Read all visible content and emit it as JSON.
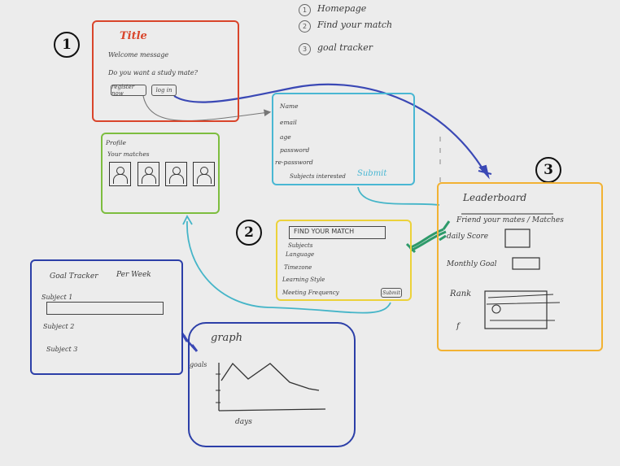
{
  "legend": {
    "items": [
      {
        "n": "1",
        "text": "Homepage"
      },
      {
        "n": "2",
        "text": "Find your match"
      },
      {
        "n": "3",
        "text": "goal tracker"
      }
    ]
  },
  "markers": {
    "one": "1",
    "two": "2",
    "three": "3"
  },
  "home": {
    "title": "Title",
    "welcome": "Welcome message",
    "question": "Do you want a study mate?",
    "register_btn": "register now",
    "login_btn": "log in"
  },
  "signup": {
    "fields": [
      "Name",
      "email",
      "age",
      "password",
      "re-password"
    ],
    "subjects_label": "Subjects interested",
    "submit": "Submit"
  },
  "profile": {
    "title": "Profile",
    "matches": "Your matches"
  },
  "match": {
    "title": "FIND YOUR MATCH",
    "fields": [
      "Subjects",
      "Language",
      "Timezone",
      "Learning Style",
      "Meeting Frequency"
    ],
    "submit": "Submit"
  },
  "leaderboard": {
    "title": "Leaderboard",
    "friends": "Friend your mates / Matches",
    "daily": "daily Score",
    "monthly": "Monthly Goal",
    "rank": "Rank",
    "extra": "f"
  },
  "goal": {
    "title": "Goal Tracker",
    "period": "Per Week",
    "subjects": [
      "Subject 1",
      "Subject 2",
      "Subject 3"
    ]
  },
  "graph": {
    "title": "graph",
    "ylabel": "goals",
    "xlabel": "days"
  },
  "colors": {
    "home": "#d9452b",
    "signup": "#49b7d3",
    "profile": "#7dbd3f",
    "match": "#ecd23a",
    "leaderboard": "#f2b233",
    "goal": "#2c3fa8",
    "graph": "#2c3fa8",
    "arrow_blue": "#3a48b5",
    "arrow_teal": "#45b5c8",
    "arrow_green": "#2e9a6a"
  }
}
